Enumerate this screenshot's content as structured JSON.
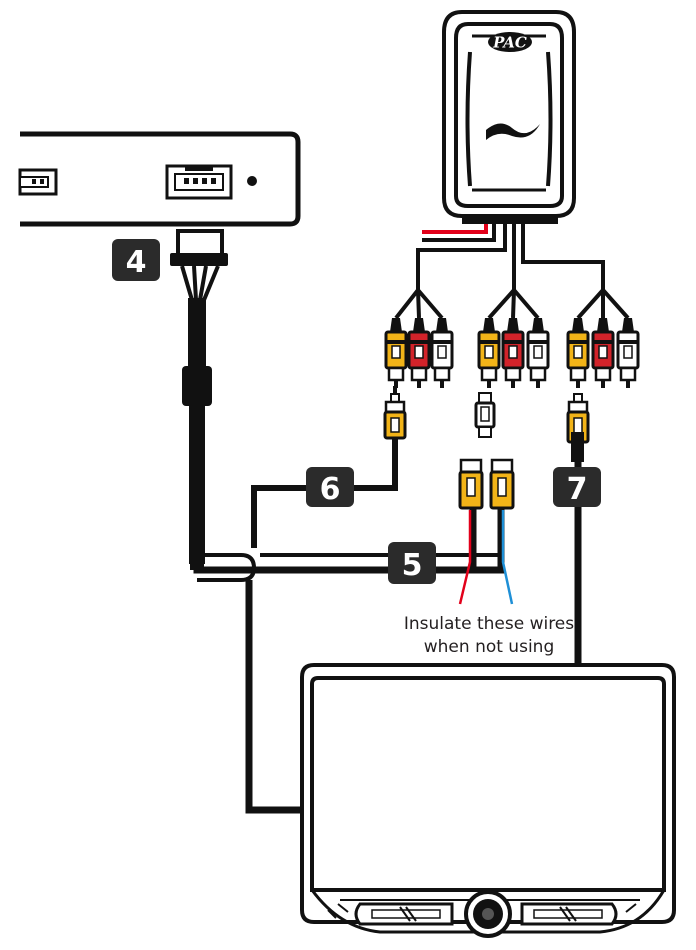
{
  "diagram": {
    "labels": {
      "callout_4": "4",
      "callout_5": "5",
      "callout_6": "6",
      "callout_7": "7",
      "note_line_1": "Insulate these wires",
      "note_line_2": "when not using",
      "module_logo": "PAC"
    },
    "colors": {
      "cable": "#111111",
      "callout_fill": "#2b2b2b",
      "rca_yellow": "#f2b418",
      "rca_red": "#d2232a",
      "rca_white": "#ffffff",
      "power_red": "#e2001a",
      "insulate_red": "#e2001a",
      "insulate_blue": "#1e8fd6"
    },
    "components": [
      "head-unit-module",
      "pac-interface-module",
      "rca-breakout-harness",
      "aftermarket-radio-screen"
    ]
  }
}
